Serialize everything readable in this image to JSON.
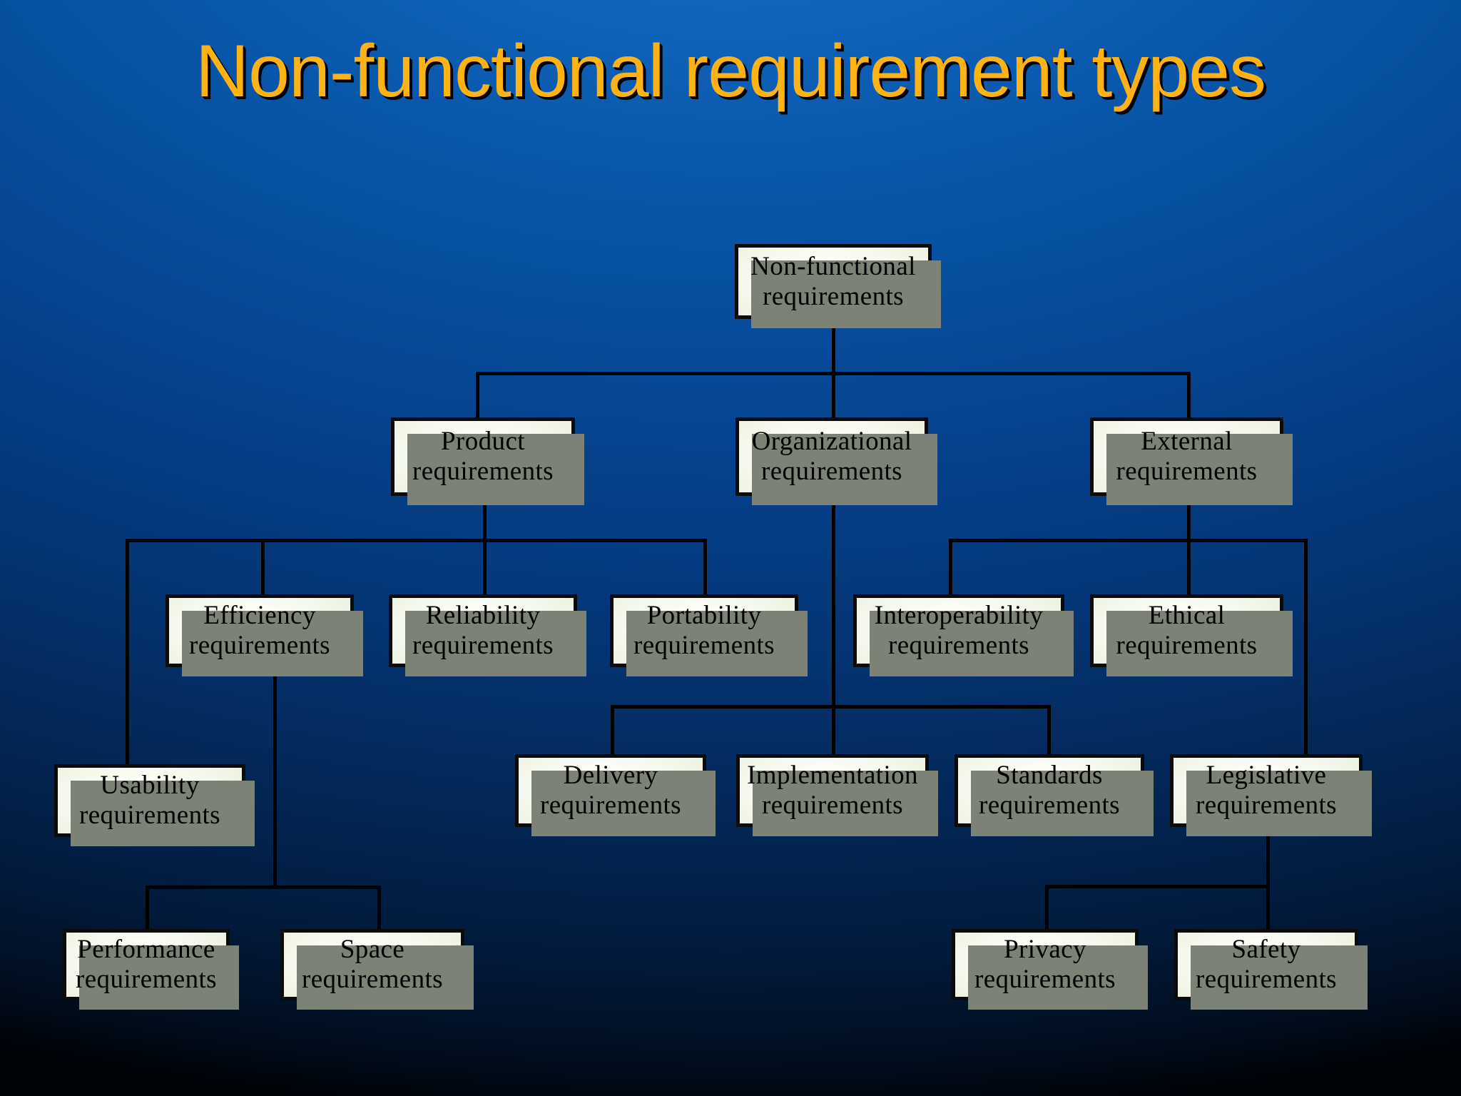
{
  "slide": {
    "title": "Non-functional requirement types",
    "title_color": "#ffb213",
    "background_color": "#0a59ae",
    "node_fill_color": "#eaf0dc",
    "node_border_color": "#000000",
    "node_shadow_color": "#7c8376",
    "connector_color": "#000000"
  },
  "diagram": {
    "type": "tree",
    "root": "non-functional-requirements",
    "nodes": [
      {
        "id": "non-functional-requirements",
        "line1": "Non-functional",
        "line2": "requirements",
        "level": 0
      },
      {
        "id": "product",
        "line1": "Product",
        "line2": "requirements",
        "level": 1
      },
      {
        "id": "organizational",
        "line1": "Organizational",
        "line2": "requirements",
        "level": 1
      },
      {
        "id": "external",
        "line1": "External",
        "line2": "requirements",
        "level": 1
      },
      {
        "id": "efficiency",
        "line1": "Efficiency",
        "line2": "requirements",
        "level": 2
      },
      {
        "id": "reliability",
        "line1": "Reliability",
        "line2": "requirements",
        "level": 2
      },
      {
        "id": "portability",
        "line1": "Portability",
        "line2": "requirements",
        "level": 2
      },
      {
        "id": "interoperability",
        "line1": "Interoperability",
        "line2": "requirements",
        "level": 2
      },
      {
        "id": "ethical",
        "line1": "Ethical",
        "line2": "requirements",
        "level": 2
      },
      {
        "id": "usability",
        "line1": "Usability",
        "line2": "requirements",
        "level": 3
      },
      {
        "id": "delivery",
        "line1": "Delivery",
        "line2": "requirements",
        "level": 3
      },
      {
        "id": "implementation",
        "line1": "Implementation",
        "line2": "requirements",
        "level": 3
      },
      {
        "id": "standards",
        "line1": "Standards",
        "line2": "requirements",
        "level": 3
      },
      {
        "id": "legislative",
        "line1": "Legislative",
        "line2": "requirements",
        "level": 3
      },
      {
        "id": "performance",
        "line1": "Performance",
        "line2": "requirements",
        "level": 4
      },
      {
        "id": "space",
        "line1": "Space",
        "line2": "requirements",
        "level": 4
      },
      {
        "id": "privacy",
        "line1": "Privacy",
        "line2": "requirements",
        "level": 4
      },
      {
        "id": "safety",
        "line1": "Safety",
        "line2": "requirements",
        "level": 4
      }
    ],
    "edges": [
      {
        "from": "non-functional-requirements",
        "to": "product"
      },
      {
        "from": "non-functional-requirements",
        "to": "organizational"
      },
      {
        "from": "non-functional-requirements",
        "to": "external"
      },
      {
        "from": "product",
        "to": "usability"
      },
      {
        "from": "product",
        "to": "efficiency"
      },
      {
        "from": "product",
        "to": "reliability"
      },
      {
        "from": "product",
        "to": "portability"
      },
      {
        "from": "organizational",
        "to": "delivery"
      },
      {
        "from": "organizational",
        "to": "implementation"
      },
      {
        "from": "organizational",
        "to": "standards"
      },
      {
        "from": "external",
        "to": "interoperability"
      },
      {
        "from": "external",
        "to": "ethical"
      },
      {
        "from": "external",
        "to": "legislative"
      },
      {
        "from": "efficiency",
        "to": "performance"
      },
      {
        "from": "efficiency",
        "to": "space"
      },
      {
        "from": "legislative",
        "to": "privacy"
      },
      {
        "from": "legislative",
        "to": "safety"
      }
    ]
  }
}
